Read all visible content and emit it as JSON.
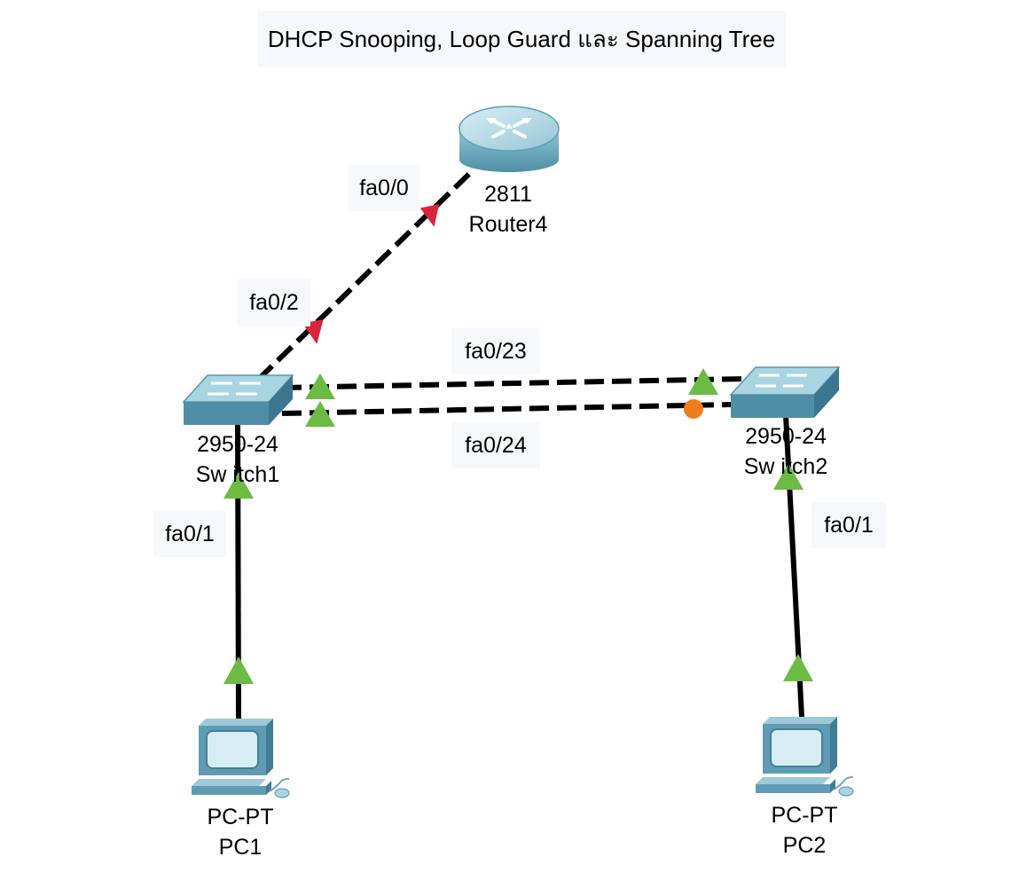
{
  "title": "DHCP Snooping, Loop Guard และ Spanning Tree",
  "devices": {
    "router4": {
      "model": "2811",
      "name": "Router4"
    },
    "switch1": {
      "model": "2950-24",
      "name": "Sw itch1"
    },
    "switch2": {
      "model": "2950-24",
      "name": "Sw itch2"
    },
    "pc1": {
      "model": "PC-PT",
      "name": "PC1"
    },
    "pc2": {
      "model": "PC-PT",
      "name": "PC2"
    }
  },
  "ports": {
    "router_fa0_0": "fa0/0",
    "switch1_fa0_2": "fa0/2",
    "trunk_fa0_23": "fa0/23",
    "trunk_fa0_24": "fa0/24",
    "switch1_fa0_1": "fa0/1",
    "switch2_fa0_1": "fa0/1"
  },
  "link_status_colors": {
    "up": "#6cbb45",
    "down": "#d8253a",
    "blocking": "#f07d1b"
  }
}
